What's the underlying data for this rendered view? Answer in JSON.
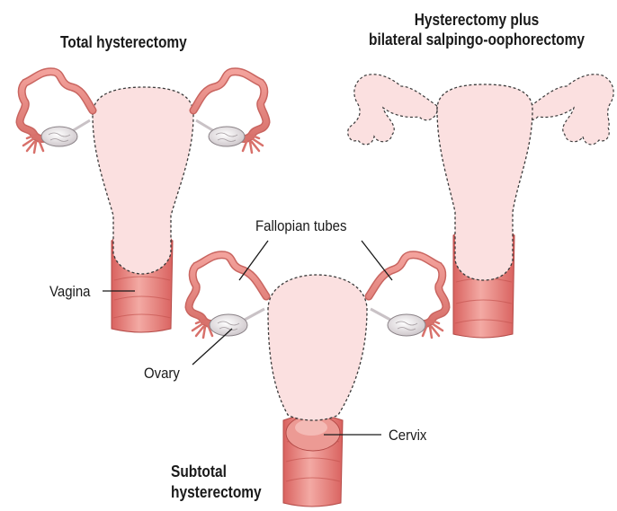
{
  "titles": {
    "total": "Total hysterectomy",
    "bso_line1": "Hysterectomy plus",
    "bso_line2": "bilateral salpingo-oophorectomy",
    "subtotal_line1": "Subtotal",
    "subtotal_line2": "hysterectomy"
  },
  "labels": {
    "fallopian_tubes": "Fallopian tubes",
    "vagina": "Vagina",
    "ovary": "Ovary",
    "cervix": "Cervix"
  },
  "colors": {
    "tissue_fill": "#fbe0e0",
    "tube_pink": "#e98a84",
    "tube_dark": "#c96560",
    "ovary_fill": "#e8e4e6",
    "vagina_fill": "#e57e7a",
    "outline": "#333333"
  }
}
